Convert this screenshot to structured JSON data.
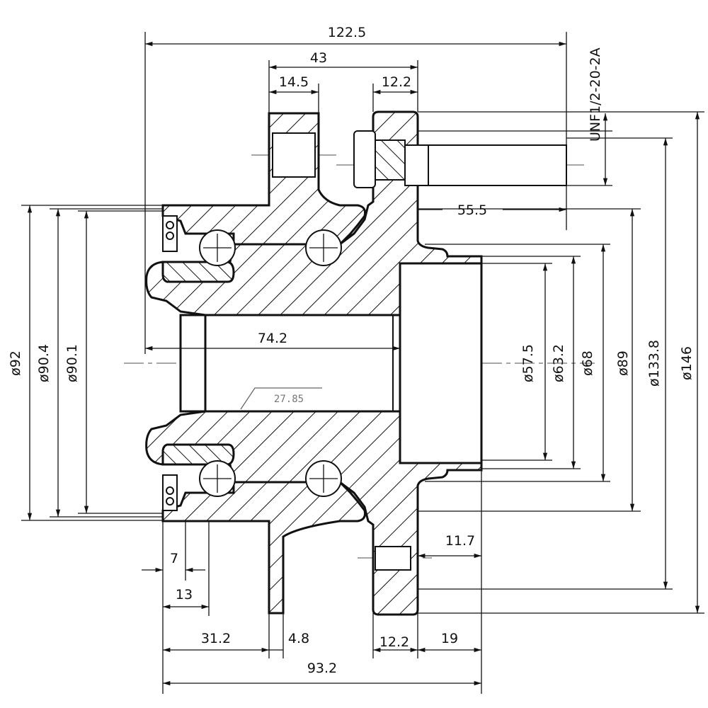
{
  "drawing": {
    "title": "Wheel hub bearing assembly",
    "thread_spec": "UNF1/2-20-2A",
    "note_grey": "27.85",
    "horizontal_dims": {
      "overall_width": "122.5",
      "knuckle_width": "43",
      "ear_width": "14.5",
      "flange_thickness_top": "12.2",
      "stud_length": "55.5",
      "bore_length": "74.2",
      "pilot_length": "11.7",
      "seal_offset": "7",
      "seal_width": "13",
      "knuckle_offset": "31.2",
      "ear_offset": "4.8",
      "flange_thickness_bottom": "12.2",
      "pilot_height": "19",
      "total_length": "93.2"
    },
    "right_diameters": [
      "ø57.5",
      "ø63.2",
      "ø68",
      "ø89",
      "ø133.8",
      "ø146"
    ],
    "left_diameters": [
      "ø92",
      "ø90.4",
      "ø90.1"
    ]
  },
  "colors": {
    "line": "#111111",
    "centerline": "#999999",
    "note": "#777777"
  }
}
